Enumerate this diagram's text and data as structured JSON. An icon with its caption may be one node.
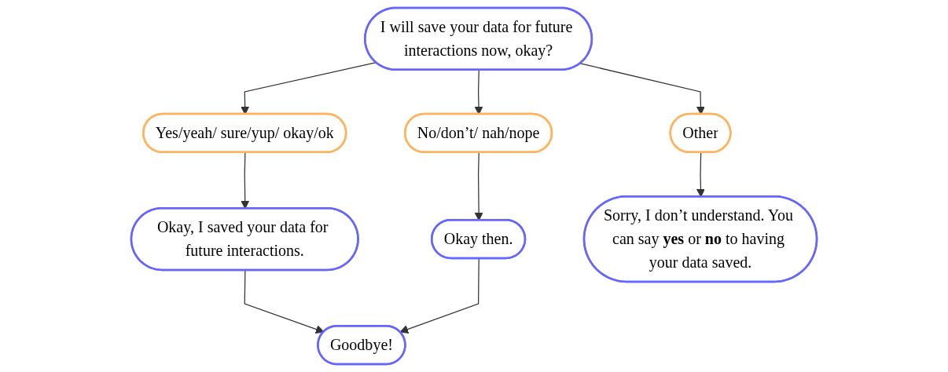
{
  "diagram": {
    "nodes": [
      {
        "text": [
          "I will save your data for future interactions now, okay?"
        ]
      },
      {
        "text": [
          "Yes/yeah/ sure/yup/ okay/ok"
        ]
      },
      {
        "text": [
          "No/don’t/ nah/nope"
        ]
      },
      {
        "text": [
          "Other"
        ]
      },
      {
        "text": [
          "Okay, I saved your data for future interactions."
        ]
      },
      {
        "text": [
          "Okay then."
        ]
      },
      {
        "text": [
          "Sorry, I don’t understand. You can say **yes** or **no** to having your data saved."
        ]
      },
      {
        "text": [
          "Goodbye!"
        ]
      }
    ],
    "edges": [
      {
        "from": 0,
        "to": 1,
        "arrow": "to"
      },
      {
        "from": 0,
        "to": 2,
        "arrow": "to"
      },
      {
        "from": 0,
        "to": 3,
        "arrow": "to"
      },
      {
        "from": 1,
        "to": 4,
        "arrow": "to"
      },
      {
        "from": 2,
        "to": 5,
        "arrow": "to"
      },
      {
        "from": 3,
        "to": 6,
        "arrow": "to"
      },
      {
        "from": 4,
        "to": 7,
        "arrow": "to"
      },
      {
        "from": 5,
        "to": 7,
        "arrow": "to"
      }
    ]
  }
}
